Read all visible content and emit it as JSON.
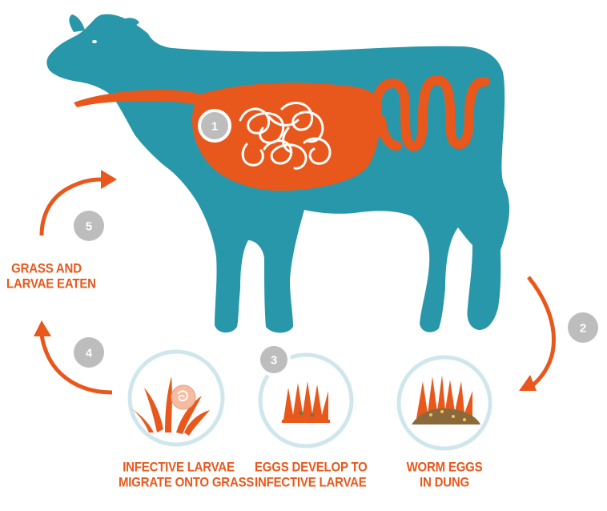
{
  "colors": {
    "cow": "#2897a9",
    "organ": "#e8581c",
    "arrow": "#e8581c",
    "circle_ring": "#cfe7ec",
    "step_badge": "#bdbdbd",
    "text": "#e8581c"
  },
  "steps": [
    {
      "number": "1"
    },
    {
      "number": "2"
    },
    {
      "number": "3"
    },
    {
      "number": "4"
    },
    {
      "number": "5"
    }
  ],
  "labels": {
    "grass_eaten": {
      "line1": "GRASS AND",
      "line2": "LARVAE EATEN"
    },
    "infective_larvae": {
      "line1": "INFECTIVE LARVAE",
      "line2": "MIGRATE ONTO GRASS"
    },
    "eggs_develop": {
      "line1": "EGGS DEVELOP TO",
      "line2": "INFECTIVE LARVAE"
    },
    "worm_eggs": {
      "line1": "WORM EGGS",
      "line2": "IN DUNG"
    }
  },
  "icons": {
    "cow": "cow-silhouette-icon",
    "stomach": "stomach-icon",
    "worms": "worm-tangle-icon",
    "intestine": "intestine-icon",
    "grass_larvae": "grass-with-larva-icon",
    "grass_eggs": "grass-with-eggs-icon",
    "grass_dung": "grass-with-dung-icon"
  }
}
